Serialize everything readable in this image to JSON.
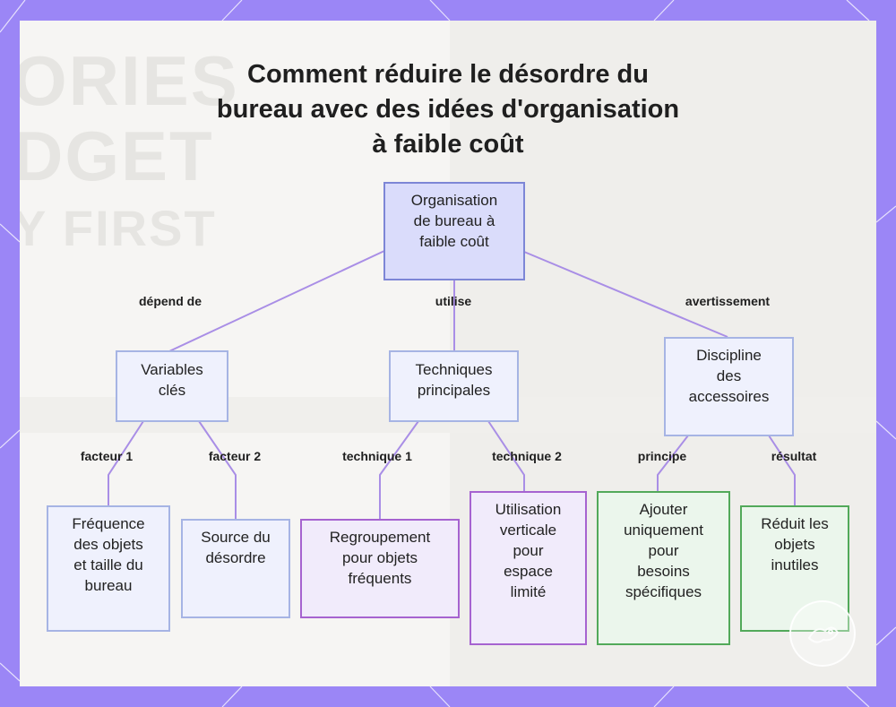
{
  "title": {
    "lines": [
      "Comment réduire le désordre du",
      "bureau avec des idées d'organisation",
      "à faible coût"
    ]
  },
  "background": {
    "words": [
      "ORIES",
      "DGET",
      "Y FIRST"
    ]
  },
  "nodes": {
    "root": {
      "lines": [
        "Organisation",
        "de bureau à",
        "faible coût"
      ]
    },
    "variables": {
      "lines": [
        "Variables",
        "clés"
      ]
    },
    "techniques": {
      "lines": [
        "Techniques",
        "principales"
      ]
    },
    "discipline": {
      "lines": [
        "Discipline",
        "des",
        "accessoires"
      ]
    },
    "frequence": {
      "lines": [
        "Fréquence",
        "des objets",
        "et taille du",
        "bureau"
      ]
    },
    "source": {
      "lines": [
        "Source du",
        "désordre"
      ]
    },
    "regroupement": {
      "lines": [
        "Regroupement",
        "pour objets",
        "fréquents"
      ]
    },
    "verticale": {
      "lines": [
        "Utilisation",
        "verticale",
        "pour",
        "espace",
        "limité"
      ]
    },
    "ajouter": {
      "lines": [
        "Ajouter",
        "uniquement",
        "pour",
        "besoins",
        "spécifiques"
      ]
    },
    "reduit": {
      "lines": [
        "Réduit les",
        "objets",
        "inutiles"
      ]
    }
  },
  "edges": {
    "depend_de": "dépend de",
    "utilise": "utilise",
    "avertissement": "avertissement",
    "facteur1": "facteur 1",
    "facteur2": "facteur 2",
    "technique1": "technique 1",
    "technique2": "technique 2",
    "principe": "principe",
    "resultat": "résultat"
  },
  "colors": {
    "frame": "#9b86f6",
    "edge": "#a98ee6",
    "blue_border": "#a6b4e4",
    "purple_border": "#a663d0",
    "green_border": "#52a95a"
  }
}
